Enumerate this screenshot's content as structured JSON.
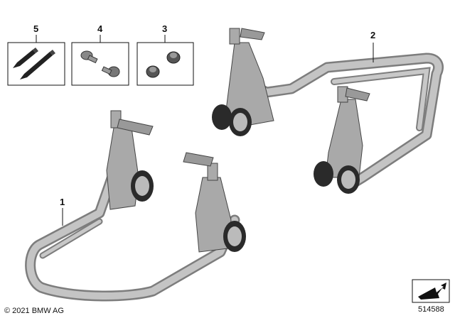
{
  "diagram": {
    "callouts": {
      "stand_front": "1",
      "stand_rear": "2",
      "kit_3": "3",
      "kit_4": "4",
      "kit_5": "5"
    },
    "footer": {
      "copyright": "© 2021 BMW AG",
      "diagram_number": "514588"
    },
    "colors": {
      "metal": "#b8b8b8",
      "metal_dark": "#7d7d7d",
      "outline": "#3a3a3a",
      "wheel": "#2a2a2a",
      "line": "#111111"
    }
  }
}
